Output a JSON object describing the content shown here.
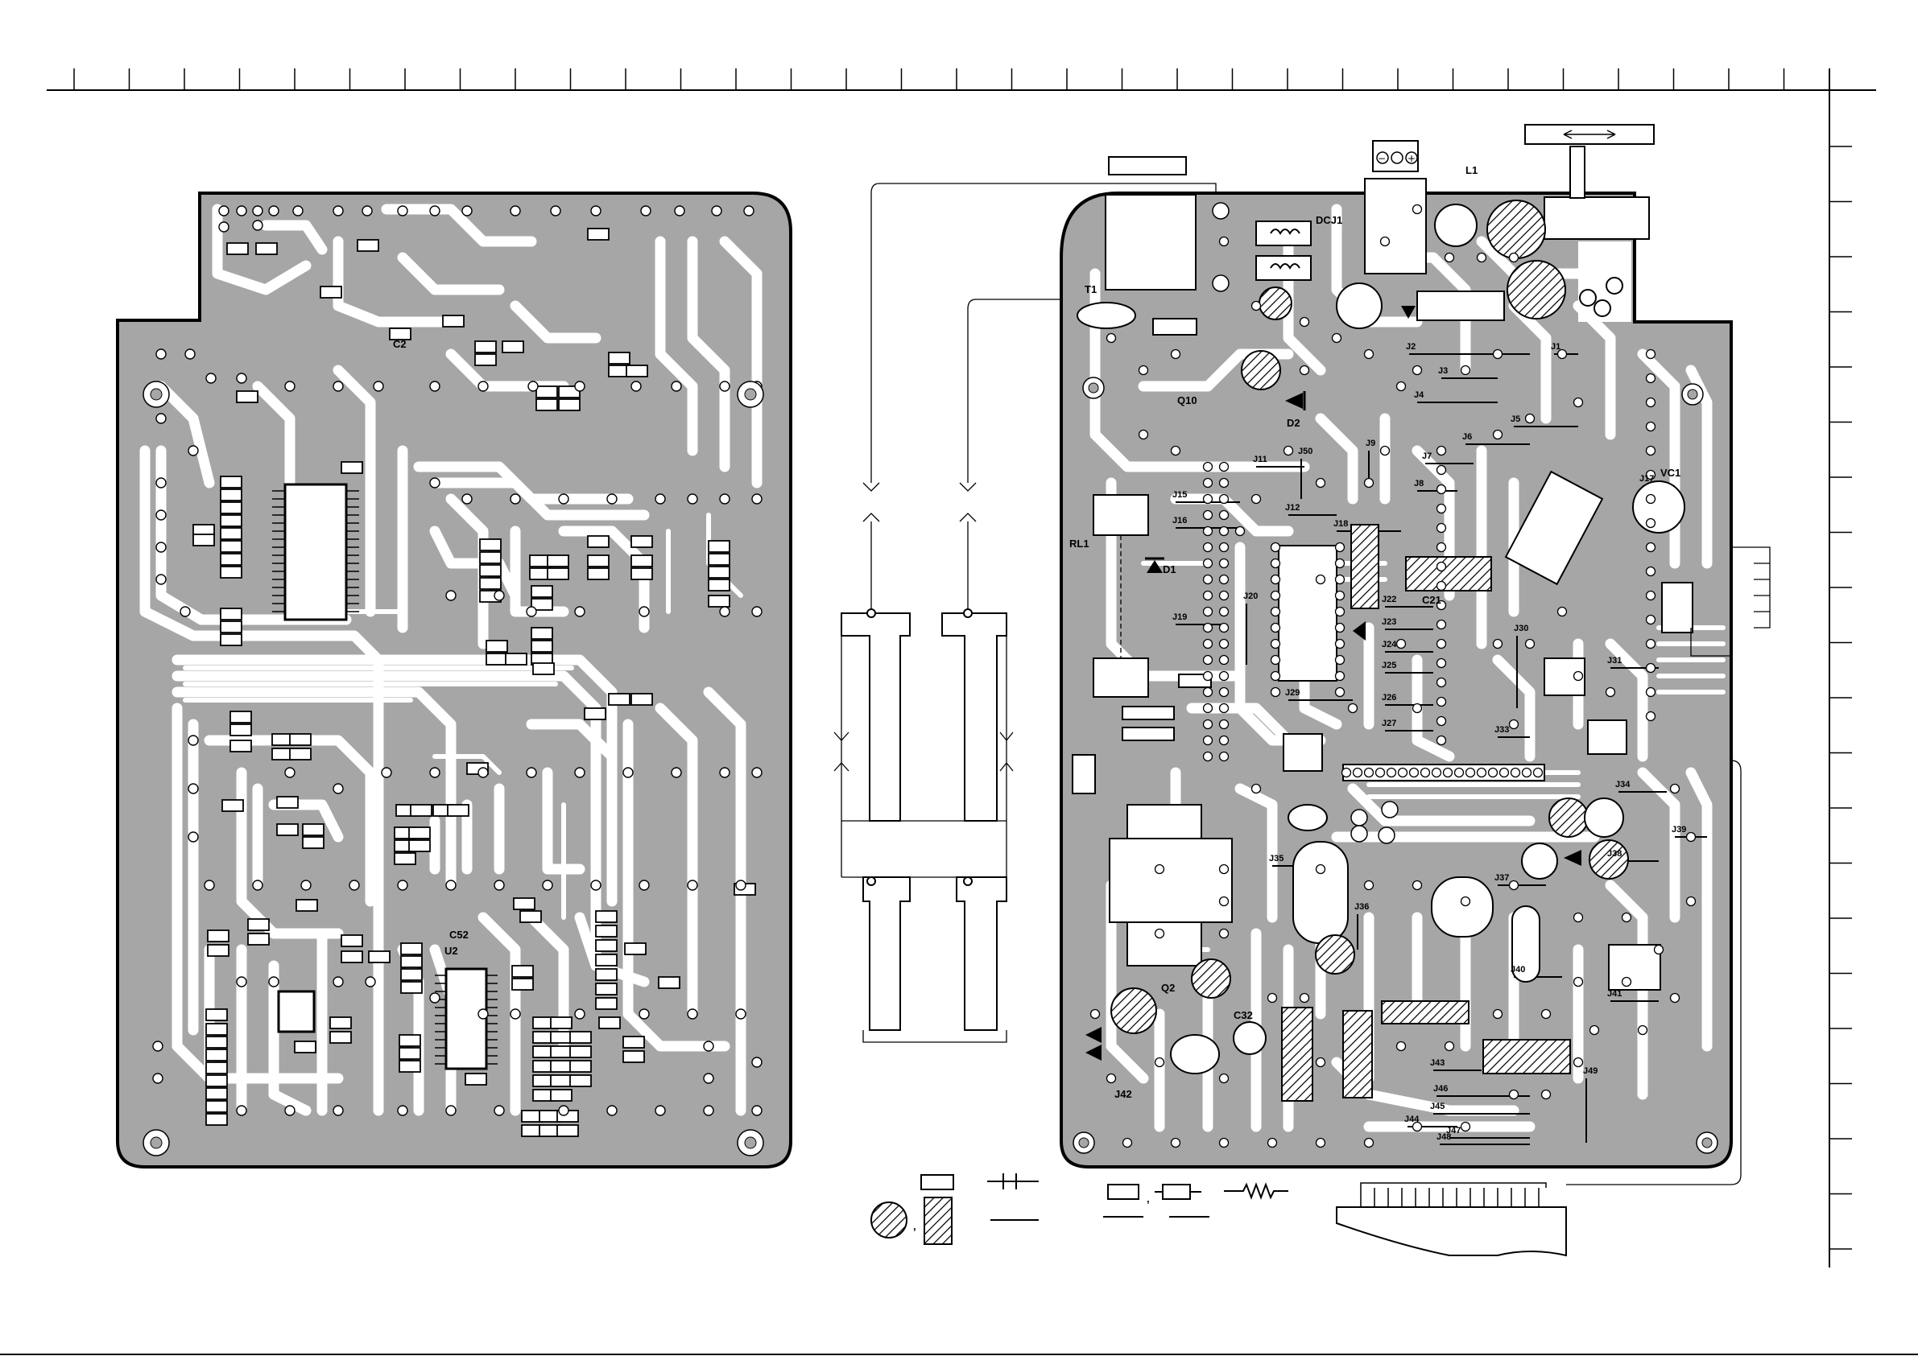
{
  "labels": {
    "left_board": {
      "c2": "C2",
      "c52": "C52",
      "u2": "U2"
    },
    "right_board": {
      "dcj1": "DCJ1",
      "l1": "L1",
      "t1": "T1",
      "q10": "Q10",
      "d2": "D2",
      "d1": "D1",
      "rl1": "RL1",
      "q2": "Q2",
      "c32": "C32",
      "c21": "C21",
      "vc1": "VC1",
      "j42": "J42",
      "jumpers": [
        "J1",
        "J2",
        "J3",
        "J4",
        "J5",
        "J6",
        "J7",
        "J8",
        "J9",
        "J11",
        "J12",
        "J15",
        "J16",
        "J17",
        "J18",
        "J19",
        "J20",
        "J22",
        "J23",
        "J24",
        "J25",
        "J26",
        "J27",
        "J29",
        "J30",
        "J31",
        "J33",
        "J34",
        "J35",
        "J36",
        "J37",
        "J38",
        "J39",
        "J40",
        "J41",
        "J43",
        "J44",
        "J45",
        "J46",
        "J47",
        "J48",
        "J49",
        "J50"
      ]
    },
    "legend": {
      "separator": ","
    }
  },
  "colors": {
    "copper": "#a6a6a6",
    "background": "#ffffff",
    "outline": "#000000"
  }
}
